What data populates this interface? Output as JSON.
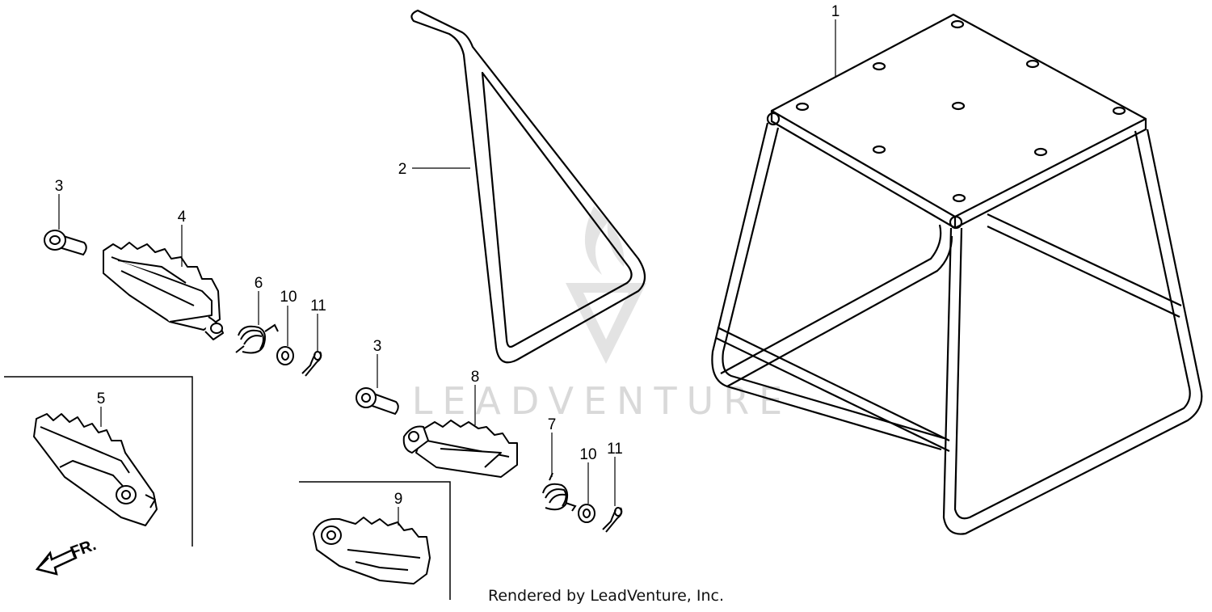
{
  "callouts": {
    "c1": "1",
    "c2": "2",
    "c3a": "3",
    "c4": "4",
    "c5": "5",
    "c6": "6",
    "c10a": "10",
    "c11a": "11",
    "c3b": "3",
    "c8": "8",
    "c7": "7",
    "c10b": "10",
    "c11b": "11",
    "c9": "9"
  },
  "direction_label": "FR.",
  "watermark": "LEADVENTURE",
  "footer": {
    "credit": "Rendered by LeadVenture, Inc."
  }
}
